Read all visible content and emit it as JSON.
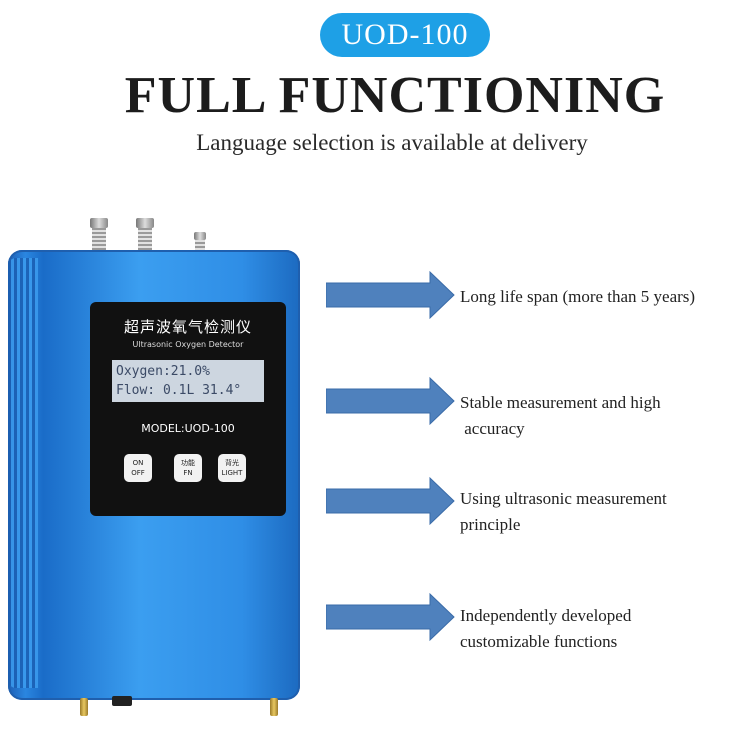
{
  "header": {
    "badge": "UOD-100",
    "title": "FULL FUNCTIONING",
    "subtitle": "Language selection is available at delivery"
  },
  "device": {
    "label_cn": "超声波氧气检测仪",
    "label_en": "Ultrasonic Oxygen Detector",
    "lcd_line1": "Oxygen:21.0%",
    "lcd_line2": "Flow: 0.1L 31.4°",
    "model": "MODEL:UOD-100",
    "buttons": [
      {
        "top": "ON",
        "bottom": "OFF"
      },
      {
        "top": "功能",
        "bottom": "FN"
      },
      {
        "top": "背光",
        "bottom": "LIGHT"
      }
    ],
    "body_color": "#2a86e0"
  },
  "features": [
    {
      "line1": "Long life span (more than 5 years)",
      "line2": ""
    },
    {
      "line1": "Stable measurement and high",
      "line2": " accuracy"
    },
    {
      "line1": "Using ultrasonic measurement",
      "line2": "principle"
    },
    {
      "line1": "Independently developed",
      "line2": "customizable functions"
    }
  ],
  "colors": {
    "badge": "#1ea0e6",
    "arrow": "#4f81bd"
  }
}
